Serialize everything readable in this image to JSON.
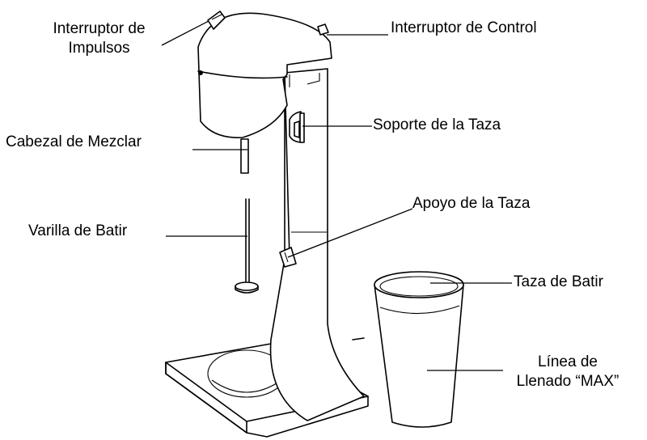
{
  "labels": {
    "pulse_switch_line1": "Interruptor de",
    "pulse_switch_line2": "Impulsos",
    "control_switch": "Interruptor de Control",
    "cup_holder": "Soporte de la Taza",
    "mixing_head": "Cabezal de Mezclar",
    "cup_support": "Apoyo de la Taza",
    "whisk_rod": "Varilla de Batir",
    "mixing_cup": "Taza de Batir",
    "fill_line_line1": "Línea de",
    "fill_line_line2": "Llenado “MAX”"
  }
}
